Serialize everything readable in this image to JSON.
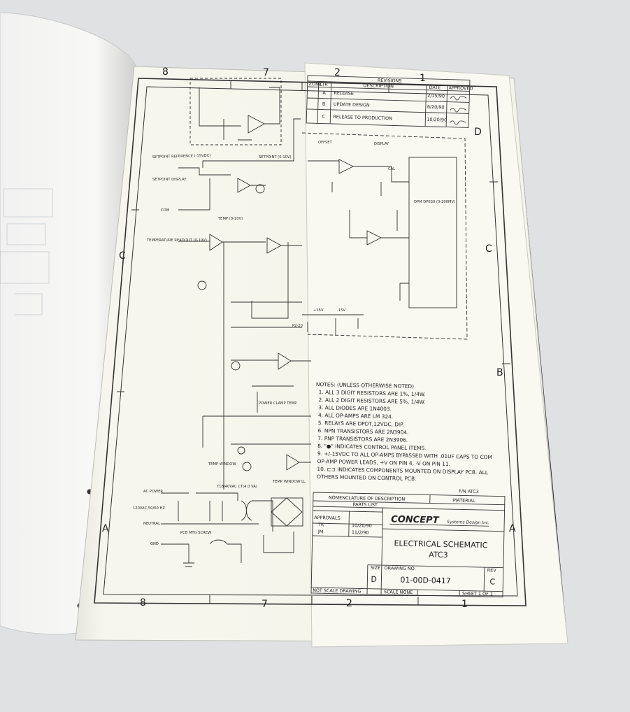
{
  "zones": {
    "top": [
      "8",
      "7",
      "2",
      "1"
    ],
    "bottom": [
      "8",
      "7",
      "2",
      "1"
    ],
    "left": [
      "C",
      "A"
    ],
    "right": [
      "D",
      "C",
      "B",
      "A"
    ]
  },
  "revisions": {
    "title": "REVISIONS",
    "headers": [
      "ZONE",
      "LTR",
      "DESCRIPTION",
      "DATE",
      "APPROVED"
    ],
    "rows": [
      {
        "ltr": "A",
        "desc": "RELEASE",
        "date": "2/15/90"
      },
      {
        "ltr": "B",
        "desc": "UPDATE DESIGN",
        "date": "6/20/90"
      },
      {
        "ltr": "C",
        "desc": "RELEASE TO PRODUCTION",
        "date": "10/20/90"
      }
    ]
  },
  "notes": {
    "heading": "NOTES: (UNLESS OTHERWISE NOTED)",
    "items": [
      "1. ALL 3 DIGIT RESISTORS ARE 1%, 1/4W.",
      "2. ALL 2 DIGIT RESISTORS ARE 5%, 1/4W.",
      "3. ALL DIODES ARE 1N4003.",
      "4. ALL OP-AMPS ARE LM 324.",
      "5. RELAYS ARE DPDT,12VDC, DIP.",
      "6. NPN TRANSISTORS ARE 2N3904.",
      "7. PNP TRANSISTORS ARE 2N3906.",
      "8. \"●\" INDICATES CONTROL PANEL ITEMS.",
      "9. +/-15VDC TO ALL OP-AMPS BYPASSED WITH .01UF CAPS TO COM",
      "   OP-AMP POWER LEADS, +V ON PIN 4, -V ON PIN 11.",
      "10. ⊏⊐ INDICATES COMPONENTS MOUNTED ON DISPLAY PCB. ALL",
      "    OTHERS MOUNTED ON CONTROL PCB."
    ]
  },
  "title_block": {
    "fn": "F/N ATC3",
    "nomenclature": "NOMENCLATURE OF DESCRIPTION",
    "material": "MATERIAL",
    "parts_list": "PARTS LIST",
    "approvals": "APPROVALS",
    "approver1": "TK",
    "approver1_date": "10/20/90",
    "approver2": "JM",
    "approver2_date": "11/2/90",
    "company": "CONCEPT",
    "company_sub": "Systems Design Inc.",
    "title_line1": "ELECTRICAL SCHEMATIC",
    "title_line2": "ATC3",
    "size_label": "SIZE",
    "size": "D",
    "drawing_no_label": "DRAWING NO.",
    "drawing_no": "01-00D-0417",
    "rev_label": "REV",
    "rev": "C",
    "scale_note": "NOT SCALE DRAWING",
    "scale": "SCALE NONE",
    "sheet": "SHEET 1 OF 1"
  },
  "labels": {
    "setpoint_reference": "SETPOINT REFERENCE (-15VDC)",
    "setpoint_display": "SETPOINT DISPLAY",
    "setpoint": "SETPOINT (0-10V)",
    "com": "COM",
    "temperature_readout": "TEMPERATURE READOUT (0-10V)",
    "temp": "TEMP (0-10V)",
    "offset": "OFFSET",
    "display": "DISPLAY",
    "cal": "CAL",
    "dpm": "DPM DP630 (0-200MV)",
    "power_clamp_temp": "POWER CLAMP TEMP",
    "temp_window": "TEMP WINDOW",
    "temp_window_ll": "TEMP WINDOW LL",
    "ac_power": "AC POWER",
    "vac": "120VAC,50/60 HZ",
    "neutral": "NEUTRAL",
    "gnd": "GND",
    "pcb_mtg": "PCB MTG SCREW",
    "transformer": "T1B/40VAC CT(4.0 VA)",
    "p15v": "+15V",
    "m15v": "-15V",
    "p2_20": "P2-20"
  }
}
